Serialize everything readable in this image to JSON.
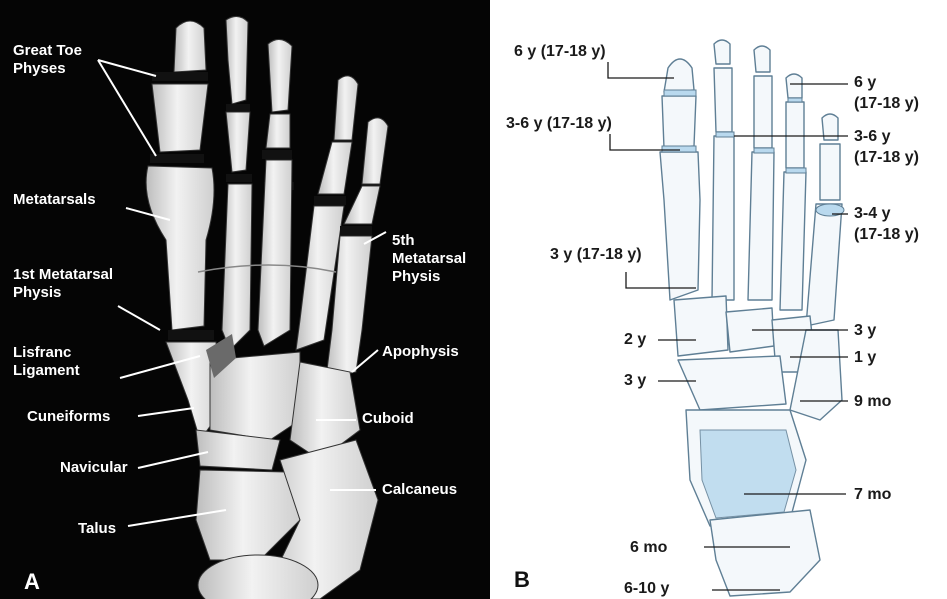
{
  "panel_a": {
    "letter": "A",
    "labels": {
      "great_toe_physes": [
        "Great Toe",
        "Physes"
      ],
      "metatarsals": "Metatarsals",
      "first_metatarsal_physis": [
        "1st Metatarsal",
        "Physis"
      ],
      "lisfranc_ligament": [
        "Lisfranc",
        "Ligament"
      ],
      "cuneiforms": "Cuneiforms",
      "navicular": "Navicular",
      "talus": "Talus",
      "fifth_metatarsal_physis": [
        "5th",
        "Metatarsal",
        "Physis"
      ],
      "apophysis": "Apophysis",
      "cuboid": "Cuboid",
      "calcaneus": "Calcaneus"
    }
  },
  "panel_b": {
    "letter": "B",
    "labels": {
      "great_toe_distal": "6 y (17-18 y)",
      "great_toe_proximal": "3-6 y (17-18 y)",
      "first_metatarsal": "3 y (17-18 y)",
      "medial_cuneiform": "2 y",
      "navicular": "3 y",
      "lesser_toe_distal": [
        "6 y",
        "(17-18 y)"
      ],
      "lesser_toe_proximal": [
        "3-6 y",
        "(17-18 y)"
      ],
      "lesser_metatarsal": [
        "3-4 y",
        "(17-18 y)"
      ],
      "intermediate_cuneiform": "3 y",
      "lateral_cuneiform": "1 y",
      "cuboid": "9 mo",
      "talus": "7 mo",
      "calcaneus": "6 mo",
      "calcaneal_apophysis": "6-10 y"
    }
  },
  "colors": {
    "panel_a_bg": "#050505",
    "bone_a": "#e9e9e9",
    "bone_b_fill": "#f4f8fb",
    "bone_b_stroke": "#5f7f95",
    "ossification_fill": "#b9d9ee"
  }
}
